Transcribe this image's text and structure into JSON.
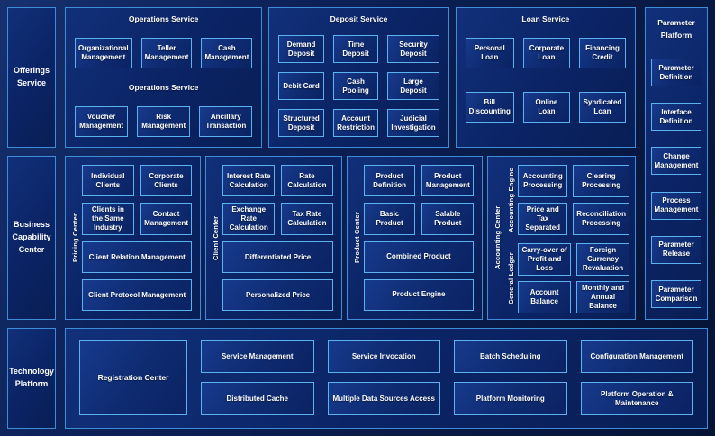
{
  "colors": {
    "page_background": "#0a1d52",
    "panel_border": "#3f8cd8",
    "block_border": "#5bb2ee",
    "block_fill": "#0e2a70",
    "text": "#ffffff"
  },
  "offerings": {
    "label": "Offerings Service"
  },
  "operations": {
    "title": "Operations Service",
    "subtitle": "Operations Service",
    "row1": [
      "Organizational Management",
      "Teller Management",
      "Cash Management"
    ],
    "row2": [
      "Voucher Management",
      "Risk Management",
      "Ancillary Transaction"
    ]
  },
  "deposit": {
    "title": "Deposit Service",
    "items": [
      "Demand Deposit",
      "Time Deposit",
      "Security Deposit",
      "Debit Card",
      "Cash Pooling",
      "Large Deposit",
      "Structured Deposit",
      "Account Restriction",
      "Judicial Investigation"
    ]
  },
  "loan": {
    "title": "Loan Service",
    "items": [
      "Personal Loan",
      "Corporate Loan",
      "Financing Credit",
      "Bill Discounting",
      "Online Loan",
      "Syndicated Loan"
    ]
  },
  "parameter": {
    "title": "Parameter Platform",
    "items": [
      "Parameter Definition",
      "Interface Definition",
      "Change Management",
      "Process Management",
      "Parameter Release",
      "Parameter Comparison"
    ]
  },
  "business": {
    "label": "Business Capability Center"
  },
  "pricing_center": {
    "vertical_label": "Pricing Center",
    "row1": [
      "Individual Clients",
      "Corporate Clients"
    ],
    "row2": [
      "Clients in the Same Industry",
      "Contact Management"
    ],
    "wide1": "Client Relation Management",
    "wide2": "Client Protocol Management"
  },
  "client_center": {
    "vertical_label": "Client Center",
    "row1": [
      "Interest Rate Calculation",
      "Rate Calculation"
    ],
    "row2": [
      "Exchange Rate Calculation",
      "Tax Rate Calculation"
    ],
    "wide1": "Differentiated Price",
    "wide2": "Personalized Price"
  },
  "product_center": {
    "vertical_label": "Product Center",
    "row1": [
      "Product Definition",
      "Product Management"
    ],
    "row2": [
      "Basic Product",
      "Salable Product"
    ],
    "wide1": "Combined Product",
    "wide2": "Product Engine"
  },
  "accounting_center": {
    "vertical_label": "Accounting Center",
    "groups": [
      {
        "vertical_label": "Accounting Engine",
        "items": [
          "Accounting Processing",
          "Clearing Processing",
          "Price and Tax Separated",
          "Reconciliation Processing"
        ]
      },
      {
        "vertical_label": "General Ledger",
        "items": [
          "Carry-over of Profit and Loss",
          "Foreign Currency Revaluation",
          "Account Balance",
          "Monthly and Annual Balance"
        ]
      }
    ]
  },
  "technology": {
    "label": "Technology Platform",
    "registration": "Registration Center",
    "row1": [
      "Service Management",
      "Service Invocation",
      "Batch Scheduling",
      "Configuration Management"
    ],
    "row2": [
      "Distributed Cache",
      "Multiple Data Sources Access",
      "Platform Monitoring",
      "Platform Operation & Maintenance"
    ]
  }
}
